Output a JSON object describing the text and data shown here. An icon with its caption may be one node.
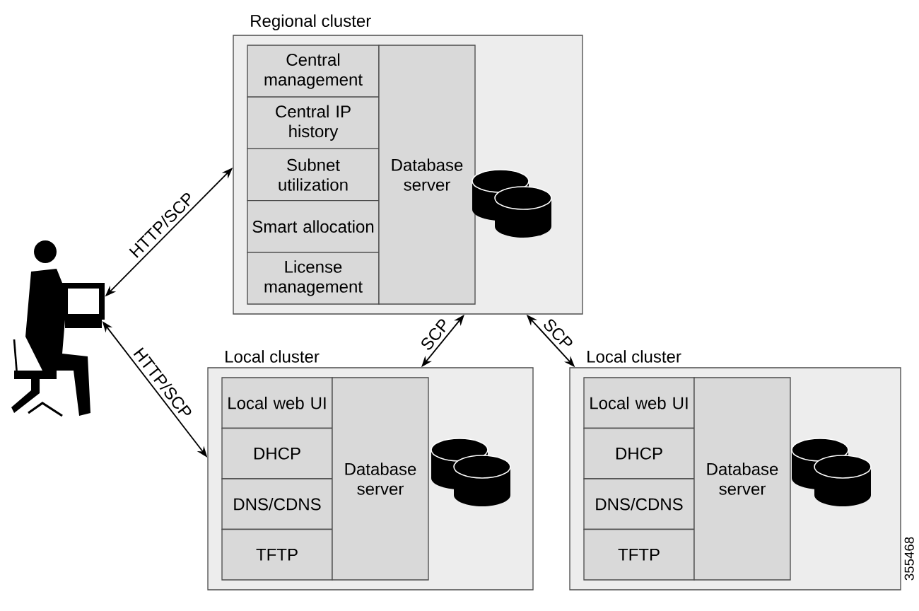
{
  "diagram": {
    "nodes": [
      {
        "text": [
          "Regional cluster"
        ]
      },
      {
        "text": [
          "Central management"
        ],
        "in": 0
      },
      {
        "text": [
          "Central IP history"
        ],
        "in": 0
      },
      {
        "text": [
          "Subnet utilization"
        ],
        "in": 0
      },
      {
        "text": [
          "Smart allocation"
        ],
        "in": 0
      },
      {
        "text": [
          "License management"
        ],
        "in": 0
      },
      {
        "text": [
          "Database server"
        ],
        "in": 0
      },
      {
        "text": [],
        "shape": "person"
      },
      {
        "text": [
          "Local cluster"
        ]
      },
      {
        "text": [
          "Local web UI"
        ],
        "in": 8
      },
      {
        "text": [
          "DHCP"
        ],
        "in": 8
      },
      {
        "text": [
          "DNS/CDNS"
        ],
        "in": 8
      },
      {
        "text": [
          "TFTP"
        ],
        "in": 8
      },
      {
        "text": [
          "Database server"
        ],
        "in": 8
      },
      {
        "text": [
          "Local cluster"
        ]
      },
      {
        "text": [
          "Local web UI"
        ],
        "in": 14
      },
      {
        "text": [
          "DHCP"
        ],
        "in": 14
      },
      {
        "text": [
          "DNS/CDNS"
        ],
        "in": 14
      },
      {
        "text": [
          "TFTP"
        ],
        "in": 14
      },
      {
        "text": [
          "Database server"
        ],
        "in": 14
      }
    ],
    "edges": [
      {
        "from": 7,
        "to": 0,
        "arrow": "both",
        "label": "HTTP/SCP"
      },
      {
        "from": 7,
        "to": 8,
        "arrow": "both",
        "label": "HTTP/SCP"
      },
      {
        "from": 0,
        "to": 8,
        "arrow": "both",
        "label": "SCP"
      },
      {
        "from": 0,
        "to": 14,
        "arrow": "both",
        "label": "SCP"
      }
    ],
    "labels": [
      "355468"
    ]
  }
}
